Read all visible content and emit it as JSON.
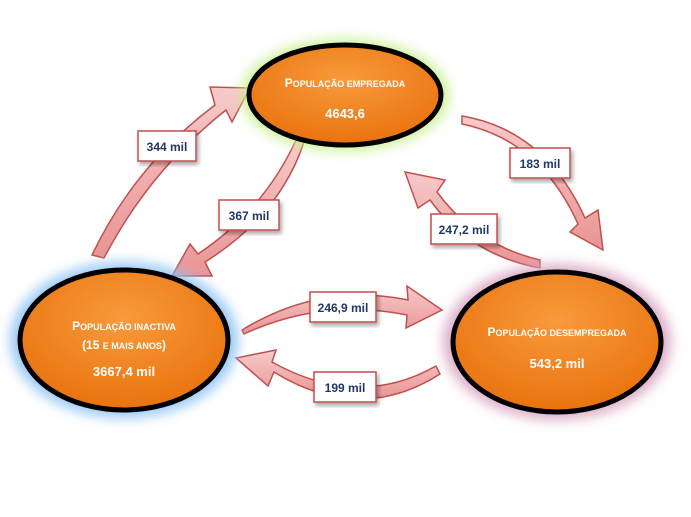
{
  "nodes": {
    "employed": {
      "title_cap": "P",
      "title_rest": "OPULAÇÃO EMPREGADA",
      "value": "4643,6",
      "glow": "#c6ef8c"
    },
    "inactive": {
      "title_cap": "P",
      "title_rest": "OPULAÇÃO INACTIVA",
      "sub_open": "(15 ",
      "sub_small": "E MAIS ANOS",
      "sub_close": ")",
      "value": "3667,4 mil",
      "glow": "#8fc3f5"
    },
    "unemployed": {
      "title_cap": "P",
      "title_rest": "OPULAÇÃO DESEMPREGADA",
      "value": "543,2 mil",
      "glow": "#d9a6c2"
    }
  },
  "flows": {
    "inactive_to_employed": "344 mil",
    "employed_to_inactive": "367 mil",
    "employed_to_unemployed": "183 mil",
    "unemployed_to_employed": "247,2 mil",
    "inactive_to_unemployed": "246,9 mil",
    "unemployed_to_inactive": "199 mil"
  },
  "colors": {
    "node_fill": "#f07c10",
    "node_stroke": "#000000",
    "arrow_fill": "#f2b0b0",
    "arrow_stroke": "#c0504d",
    "label_border": "#c0504d",
    "label_text": "#1f3864"
  }
}
